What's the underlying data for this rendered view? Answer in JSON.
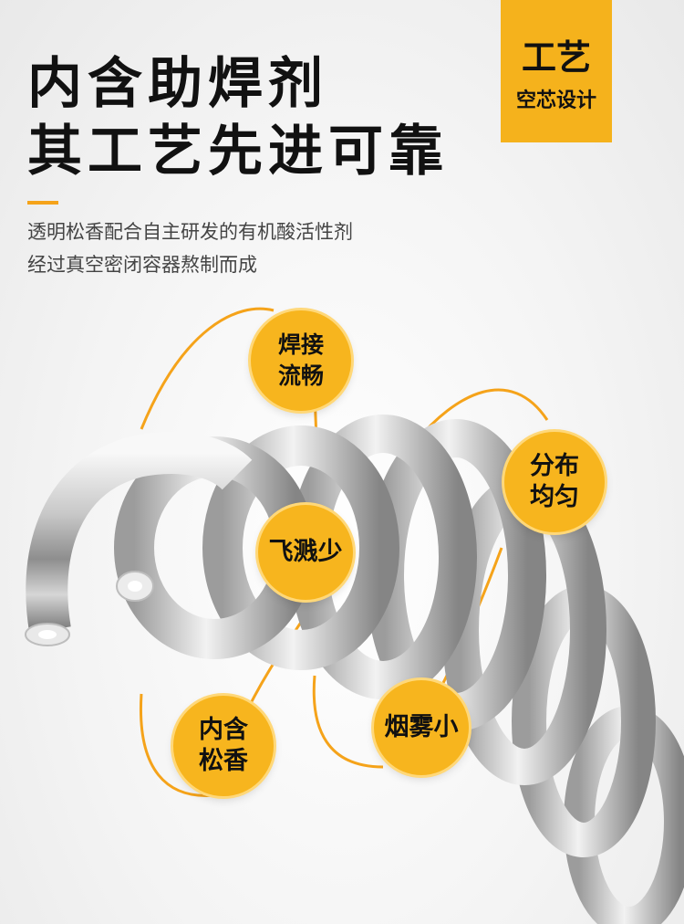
{
  "headline": {
    "line1": "内含助焊剂",
    "line2": "其工艺先进可靠"
  },
  "description": {
    "line1": "透明松香配合自主研发的有机酸活性剂",
    "line2": "经过真空密闭容器熬制而成"
  },
  "tag": {
    "title": "工艺",
    "subtitle": "空芯设计"
  },
  "badges": {
    "welding": {
      "line1": "焊接",
      "line2": "流畅"
    },
    "distribution": {
      "line1": "分布",
      "line2": "均匀"
    },
    "spatter": {
      "line1": "飞溅少"
    },
    "rosin": {
      "line1": "内含",
      "line2": "松香"
    },
    "smoke": {
      "line1": "烟雾小"
    }
  },
  "colors": {
    "accent": "#f5b21c",
    "headline": "#111111",
    "body_text": "#444444"
  }
}
